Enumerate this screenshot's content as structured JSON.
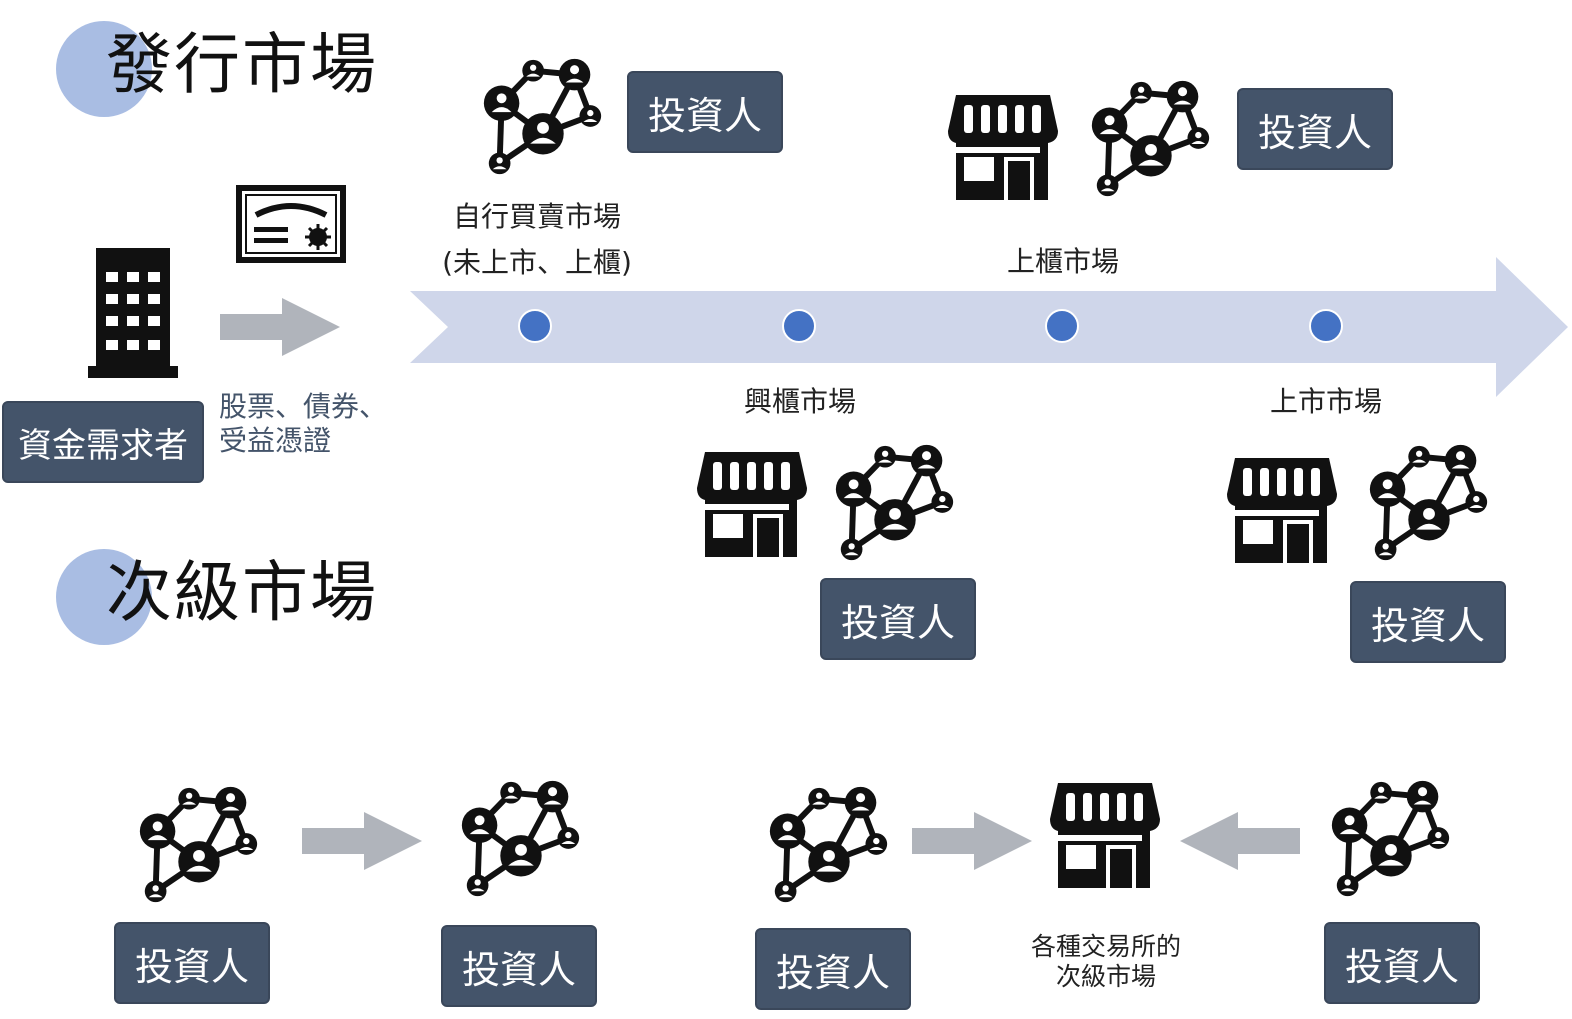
{
  "titles": {
    "primary_market": "發行市場",
    "secondary_market": "次級市場"
  },
  "issuer": {
    "label": "資金需求者",
    "securities": "股票、債券、\n受益憑證"
  },
  "investor_label": "投資人",
  "timeline": {
    "stages": [
      {
        "label": "自行買賣市場\n(未上市、上櫃)"
      },
      {
        "label": "興櫃市場"
      },
      {
        "label": "上櫃市場"
      },
      {
        "label": "上市市場"
      }
    ]
  },
  "secondary": {
    "exchange_label": "各種交易所的\n次級市場"
  },
  "colors": {
    "title_circle": "#a9bde3",
    "investor_box": "#44546a",
    "timeline_arrow": "#cfd6ea",
    "timeline_dot": "#4472c4",
    "gray_arrow": "#b0b4bb"
  }
}
